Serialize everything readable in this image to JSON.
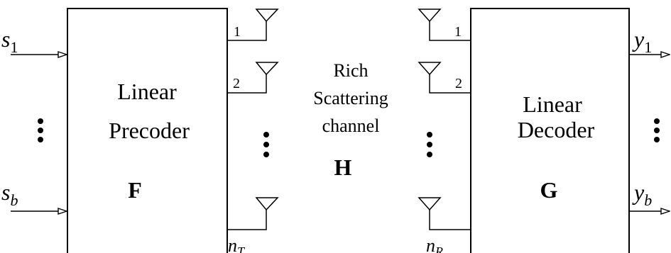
{
  "inputs": {
    "s1": {
      "base": "s",
      "sub": "1"
    },
    "sb": {
      "base": "s",
      "sub": "b"
    }
  },
  "outputs": {
    "y1": {
      "base": "y",
      "sub": "1"
    },
    "yb": {
      "base": "y",
      "sub": "b"
    }
  },
  "precoder": {
    "line1": "Linear",
    "line2": "Precoder",
    "matrix": "F"
  },
  "channel": {
    "line1": "Rich",
    "line2": "Scattering",
    "line3": "channel",
    "matrix": "H"
  },
  "decoder": {
    "line1": "Linear",
    "line2": "Decoder",
    "matrix": "G"
  },
  "tx_antennas": {
    "a1": "1",
    "a2": "2",
    "last": {
      "base": "n",
      "sub": "T"
    }
  },
  "rx_antennas": {
    "a1": "1",
    "a2": "2",
    "last": {
      "base": "n",
      "sub": "R"
    }
  }
}
